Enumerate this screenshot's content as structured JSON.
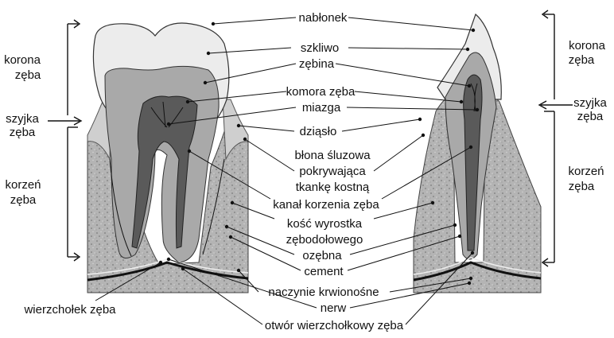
{
  "labels": {
    "center": {
      "nablonek": "nabłonek",
      "szkliwo": "szkliwo",
      "zebina": "zębina",
      "komora": "komora zęba",
      "miazga": "miazga",
      "dziaslo": "dziąsło",
      "blona_1": "błona śluzowa",
      "blona_2": "pokrywająca",
      "blona_3": "tkankę kostną",
      "kanal": "kanał korzenia zęba",
      "kosc_1": "kość wyrostka",
      "kosc_2": "zębodołowego",
      "ozebna": "ozębna",
      "cement": "cement",
      "naczynie": "naczynie krwionośne",
      "nerw": "nerw",
      "otwor": "otwór wierzchołkowy zęba"
    },
    "side": {
      "korona_l_1": "korona",
      "korona_l_2": "zęba",
      "szyjka_l_1": "szyjka",
      "szyjka_l_2": "zęba",
      "korzen_l_1": "korzeń",
      "korzen_l_2": "zęba",
      "wierzcholek": "wierzchołek zęba",
      "korona_r_1": "korona",
      "korona_r_2": "zęba",
      "szyjka_r_1": "szyjka",
      "szyjka_r_2": "zęba",
      "korzen_r_1": "korzeń",
      "korzen_r_2": "zęba"
    }
  },
  "colors": {
    "enamel": "#e9e9e9",
    "dentin": "#a9a9a9",
    "pulp": "#555555",
    "bone": "#b9b9b9",
    "gum": "#cfcfcf",
    "ink": "#111111"
  }
}
